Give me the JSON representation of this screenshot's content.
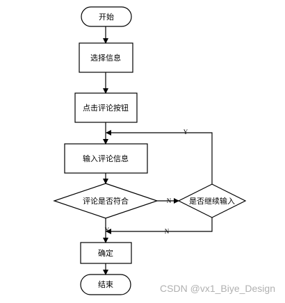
{
  "nodes": {
    "start": "开始",
    "select_info": "选择信息",
    "click_comment": "点击评论按钮",
    "input_comment": "输入评论信息",
    "comment_valid": "评论是否符合",
    "continue_input": "是否继续输入",
    "confirm": "确定",
    "end": "结束"
  },
  "edge_labels": {
    "continue_yes": "Y",
    "valid_no": "N",
    "continue_no": "N",
    "valid_yes": "Y"
  },
  "watermark": "CSDN @vx1_Biye_Design"
}
